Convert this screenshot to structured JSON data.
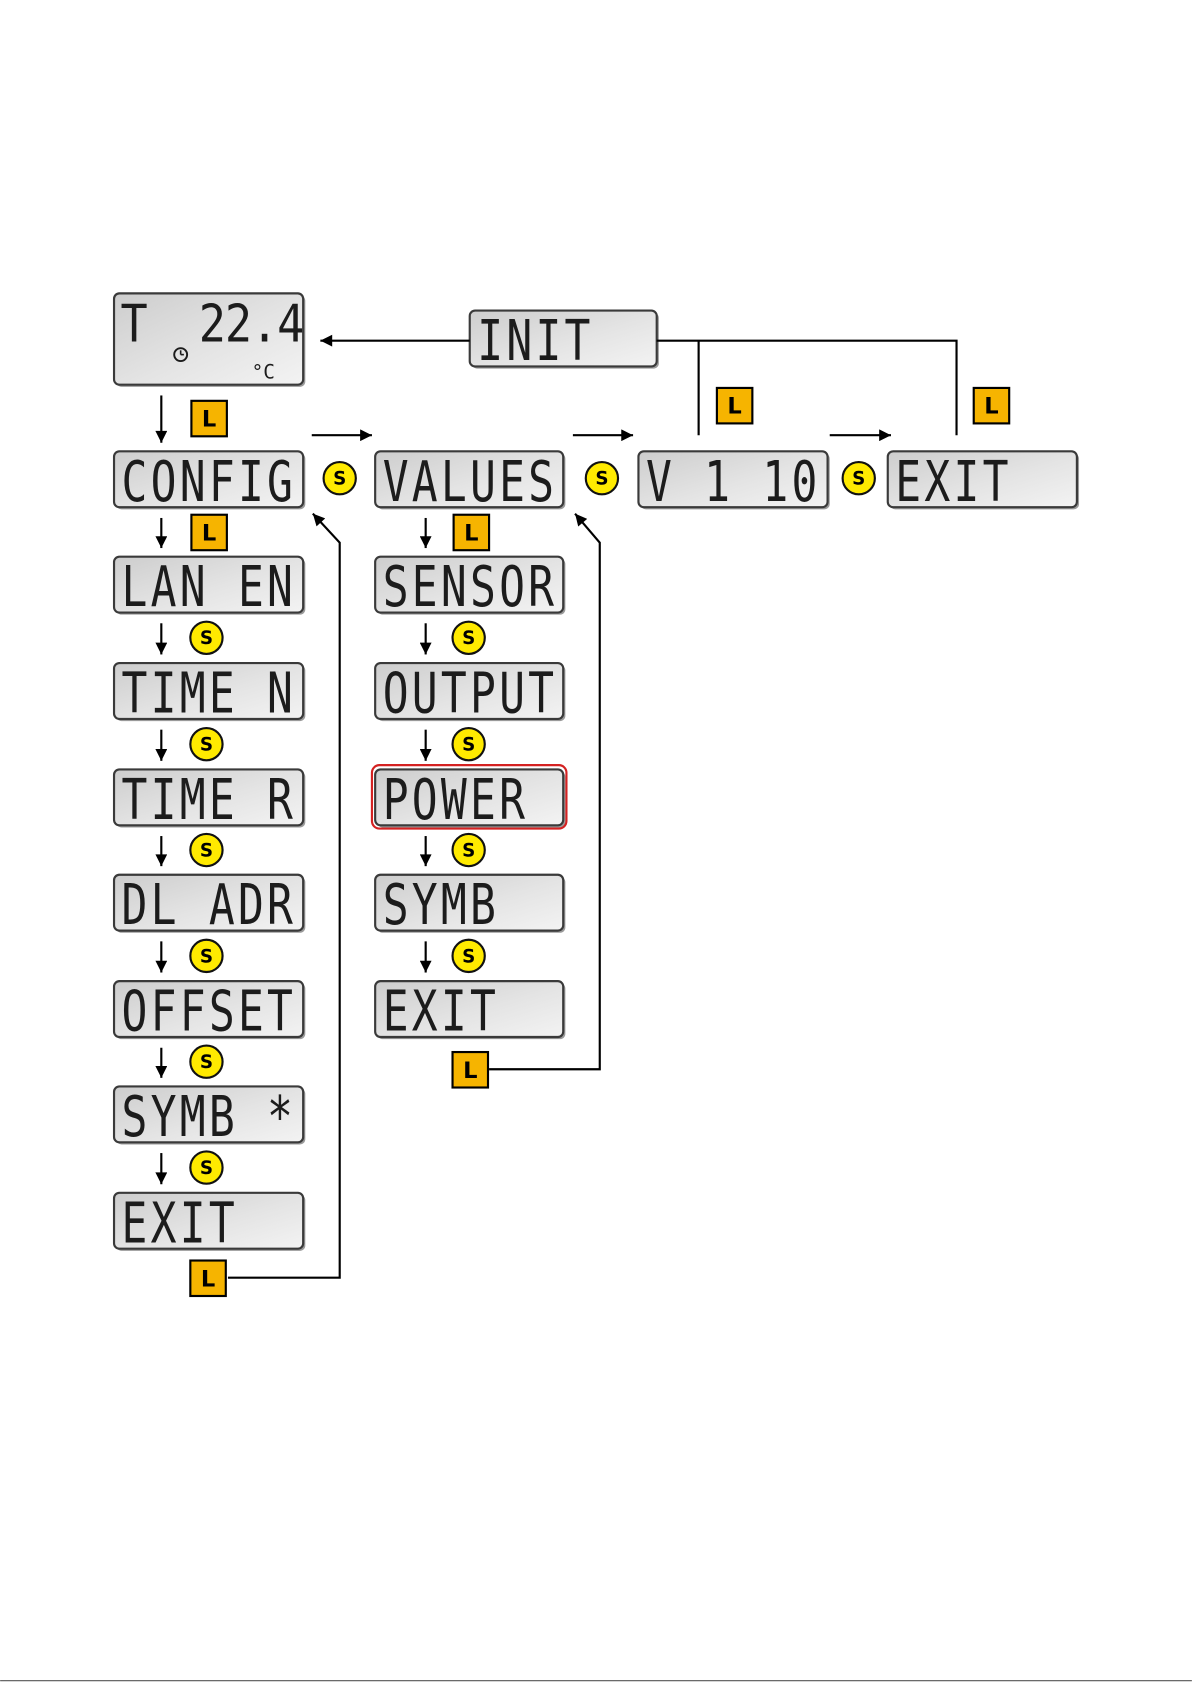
{
  "display": {
    "symbol": "T",
    "value": "22.4",
    "unit": "°C",
    "icon": "clock-icon"
  },
  "init_label": "INIT",
  "config_menu": {
    "items": [
      "CONFIG",
      "LAN EN",
      "TIME N",
      "TIME R",
      "DL ADR",
      "OFFSET",
      "SYMB *",
      "EXIT"
    ]
  },
  "values_menu": {
    "items": [
      "VALUES",
      "SENSOR",
      "OUTPUT",
      "POWER",
      "SYMB",
      "EXIT"
    ],
    "highlighted_index": 3
  },
  "version_label": "V 1 10",
  "exit_label": "EXIT",
  "keys": {
    "long": "L",
    "short": "S"
  },
  "colors": {
    "long_key": "#f6b400",
    "short_key": "#ffea00",
    "highlight": "#d42222",
    "lcd_text": "#1c1c1c"
  }
}
